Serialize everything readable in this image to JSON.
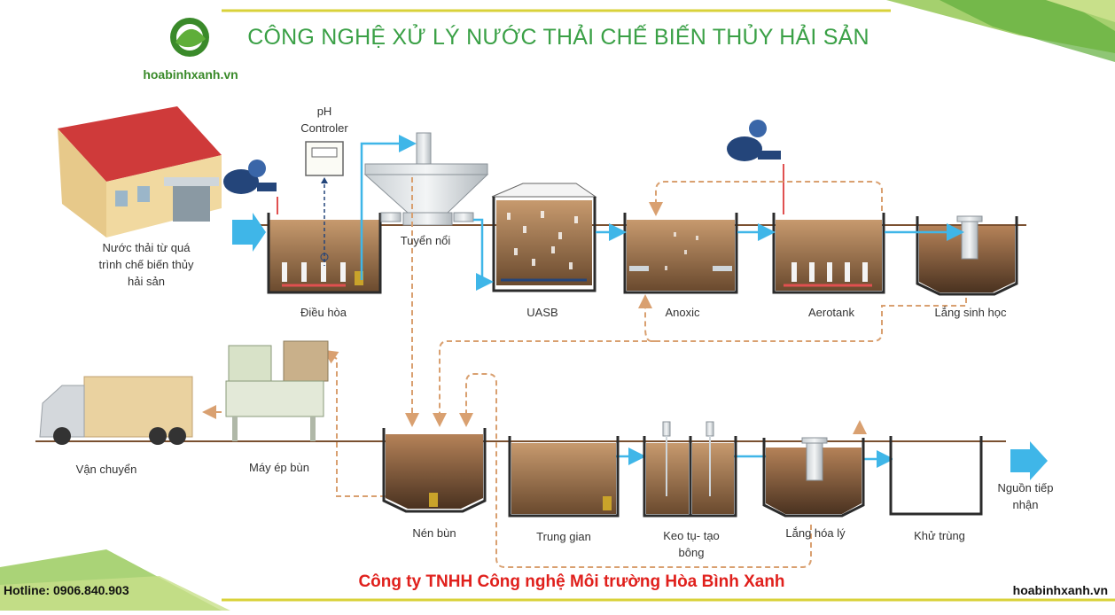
{
  "header": {
    "title": "CÔNG NGHỆ XỬ LÝ NƯỚC THẢI CHẾ BIẾN THỦY HẢI SẢN",
    "logo_text": "hoabinhxanh.vn"
  },
  "labels": {
    "source_line1": "Nước thải từ quá",
    "source_line2": "trình chế biến thủy",
    "source_line3": "hải sản",
    "ph_line1": "pH",
    "ph_line2": "Controler",
    "dieu_hoa": "Điều hòa",
    "tuyen_noi": "Tuyển nổi",
    "uasb": "UASB",
    "anoxic": "Anoxic",
    "aerotank": "Aerotank",
    "lang_sinh_hoc": "Lắng sinh học",
    "van_chuyen": "Vận chuyển",
    "may_ep_bun": "Máy ép bùn",
    "nen_bun": "Nén bùn",
    "trung_gian": "Trung gian",
    "keo_tu_line1": "Keo tụ- tạo",
    "keo_tu_line2": "bông",
    "lang_hoa_ly": "Lắng hóa lý",
    "khu_trung": "Khử trùng",
    "nguon_line1": "Nguồn tiếp",
    "nguon_line2": "nhận"
  },
  "footer": {
    "company": "Công ty TNHH Công nghệ Môi trường Hòa Bình Xanh",
    "hotline": "Hotline: 0906.840.903",
    "website": "hoabinhxanh.vn"
  },
  "colors": {
    "title_green": "#3aa046",
    "company_red": "#e0201c",
    "water_blue": "#3fb6e8",
    "sludge_orange": "#d9a070",
    "pipe_brown": "#7a5030"
  }
}
